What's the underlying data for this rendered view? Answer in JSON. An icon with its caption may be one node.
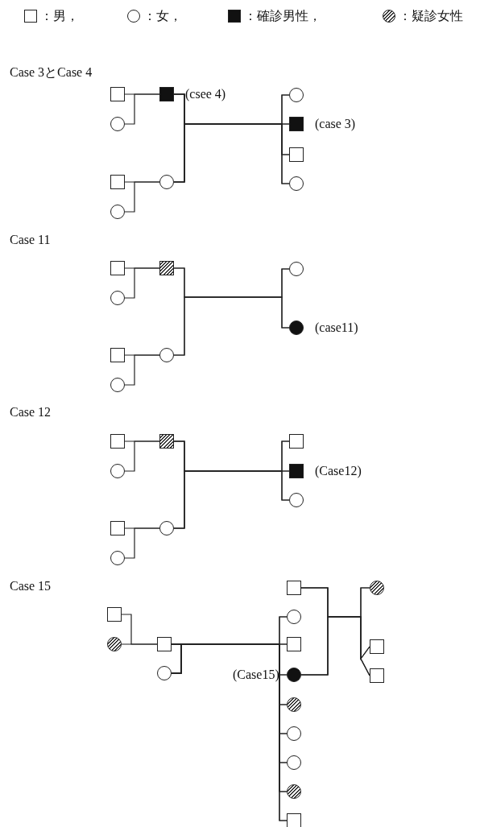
{
  "diagram": {
    "nodes": [
      {
        "text": [],
        "shape": "box"
      },
      {
        "text": [],
        "shape": "circle"
      },
      {
        "text": [],
        "shape": "box",
        "beside": [
          "(csee 4)"
        ]
      },
      {
        "text": [],
        "shape": "box"
      },
      {
        "text": [],
        "shape": "circle"
      },
      {
        "text": [],
        "shape": "circle"
      },
      {
        "text": [],
        "shape": "circle"
      },
      {
        "text": [],
        "shape": "box",
        "beside": [
          "(case 3)"
        ]
      },
      {
        "text": [],
        "shape": "box"
      },
      {
        "text": [],
        "shape": "circle"
      },
      {
        "text": [],
        "shape": "box"
      },
      {
        "text": [],
        "shape": "circle"
      },
      {
        "text": [],
        "shape": "box"
      },
      {
        "text": [],
        "shape": "box"
      },
      {
        "text": [],
        "shape": "circle"
      },
      {
        "text": [],
        "shape": "circle"
      },
      {
        "text": [],
        "shape": "circle"
      },
      {
        "text": [],
        "shape": "circle",
        "beside": [
          "(case11)"
        ]
      },
      {
        "text": [],
        "shape": "box"
      },
      {
        "text": [],
        "shape": "circle"
      },
      {
        "text": [],
        "shape": "box"
      },
      {
        "text": [],
        "shape": "box"
      },
      {
        "text": [],
        "shape": "circle"
      },
      {
        "text": [],
        "shape": "circle"
      },
      {
        "text": [],
        "shape": "box"
      },
      {
        "text": [],
        "shape": "box",
        "beside": [
          "(Case12)"
        ]
      },
      {
        "text": [],
        "shape": "circle"
      },
      {
        "text": [],
        "shape": "box"
      },
      {
        "text": [],
        "shape": "circle"
      },
      {
        "text": [],
        "shape": "box"
      },
      {
        "text": [],
        "shape": "circle"
      },
      {
        "text": [],
        "shape": "box"
      },
      {
        "text": [],
        "shape": "circle"
      },
      {
        "text": [],
        "shape": "box"
      },
      {
        "text": [],
        "shape": "circle",
        "beside": [
          "(Case15)"
        ]
      },
      {
        "text": [],
        "shape": "circle"
      },
      {
        "text": [],
        "shape": "circle"
      },
      {
        "text": [],
        "shape": "circle"
      },
      {
        "text": [],
        "shape": "circle"
      },
      {
        "text": [],
        "shape": "box"
      },
      {
        "text": [],
        "shape": "circle"
      },
      {
        "text": [],
        "shape": "box"
      },
      {
        "text": [],
        "shape": "box"
      }
    ],
    "edges": [
      {
        "from": 0,
        "to": 2,
        "arrow": "none"
      },
      {
        "from": 1,
        "to": 2,
        "arrow": "none"
      },
      {
        "from": 3,
        "to": 5,
        "arrow": "none"
      },
      {
        "from": 4,
        "to": 5,
        "arrow": "none"
      },
      {
        "from": 2,
        "to": 6,
        "arrow": "none"
      },
      {
        "from": 2,
        "to": 7,
        "arrow": "none"
      },
      {
        "from": 2,
        "to": 8,
        "arrow": "none"
      },
      {
        "from": 2,
        "to": 9,
        "arrow": "none"
      },
      {
        "from": 5,
        "to": 6,
        "arrow": "none"
      },
      {
        "from": 5,
        "to": 7,
        "arrow": "none"
      },
      {
        "from": 5,
        "to": 8,
        "arrow": "none"
      },
      {
        "from": 5,
        "to": 9,
        "arrow": "none"
      },
      {
        "from": 10,
        "to": 12,
        "arrow": "none"
      },
      {
        "from": 11,
        "to": 12,
        "arrow": "none"
      },
      {
        "from": 13,
        "to": 15,
        "arrow": "none"
      },
      {
        "from": 14,
        "to": 15,
        "arrow": "none"
      },
      {
        "from": 12,
        "to": 16,
        "arrow": "none"
      },
      {
        "from": 12,
        "to": 17,
        "arrow": "none"
      },
      {
        "from": 15,
        "to": 16,
        "arrow": "none"
      },
      {
        "from": 15,
        "to": 17,
        "arrow": "none"
      },
      {
        "from": 18,
        "to": 20,
        "arrow": "none"
      },
      {
        "from": 19,
        "to": 20,
        "arrow": "none"
      },
      {
        "from": 21,
        "to": 23,
        "arrow": "none"
      },
      {
        "from": 22,
        "to": 23,
        "arrow": "none"
      },
      {
        "from": 20,
        "to": 24,
        "arrow": "none"
      },
      {
        "from": 20,
        "to": 25,
        "arrow": "none"
      },
      {
        "from": 20,
        "to": 26,
        "arrow": "none"
      },
      {
        "from": 23,
        "to": 24,
        "arrow": "none"
      },
      {
        "from": 23,
        "to": 25,
        "arrow": "none"
      },
      {
        "from": 23,
        "to": 26,
        "arrow": "none"
      },
      {
        "from": 27,
        "to": 29,
        "arrow": "none"
      },
      {
        "from": 28,
        "to": 29,
        "arrow": "none"
      },
      {
        "from": 29,
        "to": 32,
        "arrow": "none"
      },
      {
        "from": 29,
        "to": 33,
        "arrow": "none"
      },
      {
        "from": 29,
        "to": 34,
        "arrow": "none"
      },
      {
        "from": 29,
        "to": 35,
        "arrow": "none"
      },
      {
        "from": 29,
        "to": 36,
        "arrow": "none"
      },
      {
        "from": 29,
        "to": 37,
        "arrow": "none"
      },
      {
        "from": 29,
        "to": 38,
        "arrow": "none"
      },
      {
        "from": 29,
        "to": 39,
        "arrow": "none"
      },
      {
        "from": 30,
        "to": 32,
        "arrow": "none"
      },
      {
        "from": 30,
        "to": 33,
        "arrow": "none"
      },
      {
        "from": 30,
        "to": 34,
        "arrow": "none"
      },
      {
        "from": 30,
        "to": 35,
        "arrow": "none"
      },
      {
        "from": 30,
        "to": 36,
        "arrow": "none"
      },
      {
        "from": 30,
        "to": 37,
        "arrow": "none"
      },
      {
        "from": 30,
        "to": 38,
        "arrow": "none"
      },
      {
        "from": 30,
        "to": 39,
        "arrow": "none"
      },
      {
        "from": 31,
        "to": 40,
        "arrow": "none"
      },
      {
        "from": 31,
        "to": 41,
        "arrow": "none"
      },
      {
        "from": 31,
        "to": 42,
        "arrow": "none"
      },
      {
        "from": 34,
        "to": 40,
        "arrow": "none"
      },
      {
        "from": 34,
        "to": 41,
        "arrow": "none"
      },
      {
        "from": 34,
        "to": 42,
        "arrow": "none"
      }
    ],
    "labels": [
      "Case 3とCase 4",
      "Case 11",
      "Case 12",
      "Case 15"
    ],
    "legend": [
      {
        "text": "：男，"
      },
      {
        "text": "：女，"
      },
      {
        "text": "：確診男性，"
      },
      {
        "text": "：疑診女性"
      }
    ]
  }
}
